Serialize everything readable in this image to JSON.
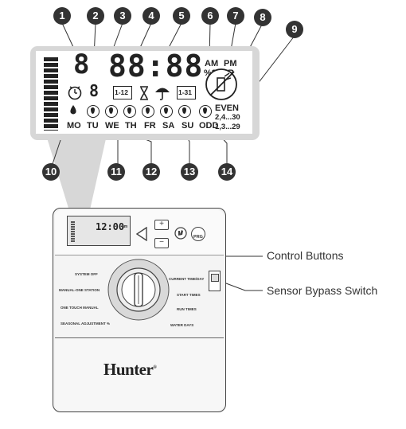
{
  "callouts": [
    "1",
    "2",
    "3",
    "4",
    "5",
    "6",
    "7",
    "8",
    "9",
    "10",
    "11",
    "12",
    "13",
    "14"
  ],
  "lcd": {
    "digit_station": "8",
    "digits_time": "88:88",
    "small_8": "8",
    "am": "AM",
    "pm": "PM",
    "pct_24hr": "%24HR",
    "range_1_12": "1-12",
    "range_1_31": "1-31",
    "even": "EVEN",
    "even_days": "2,4...30",
    "odd": "ODD",
    "odd_days": "1,3...29",
    "days": [
      "MO",
      "TU",
      "WE",
      "TH",
      "FR",
      "SA",
      "SU"
    ]
  },
  "device": {
    "display_time": "12:00",
    "display_suffix": "am",
    "prg_label": "PRG",
    "dial_left": [
      "SYSTEM OFF",
      "MANUAL-ONE STATION",
      "ONE TOUCH MANUAL",
      "SEASONAL ADJUSTMENT %"
    ],
    "dial_right": [
      "CURRENT TIME/DAY",
      "START TIMES",
      "RUN TIMES",
      "WATER DAYS"
    ],
    "brand": "Hunter",
    "registered_mark": "®"
  },
  "labels": {
    "control_buttons": "Control Buttons",
    "sensor_bypass": "Sensor Bypass Switch"
  },
  "colors": {
    "callout": "#333333",
    "panel": "#d7d7d7",
    "device_body": "#f4f4f4",
    "outline": "#444444"
  }
}
